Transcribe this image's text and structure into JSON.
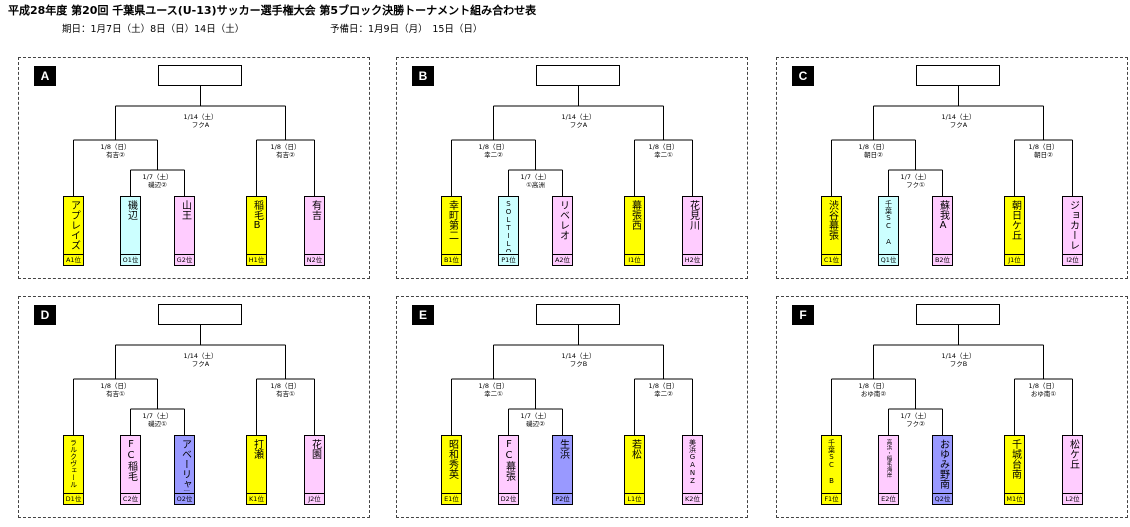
{
  "header": {
    "title": "平成28年度 第20回 千葉県ユース(U-13)サッカー選手権大会 第5ブロック決勝トーナメント組み合わせ表",
    "dates": "期日：1月7日（土）8日（日）14日（土）",
    "reserve": "予備日：1月9日（月）　15日（日）"
  },
  "colors": {
    "yellow": "#ffff00",
    "cyan": "#ccffff",
    "pink": "#ffccff",
    "blue": "#9999ff"
  },
  "blocks": [
    {
      "label": "A",
      "final": {
        "date": "1/14（土）",
        "venue": "フクA"
      },
      "semi_left": {
        "date": "1/8（日）",
        "venue": "有吉②"
      },
      "semi_right": {
        "date": "1/8（日）",
        "venue": "有吉②"
      },
      "qf": {
        "date": "1/7（土）",
        "venue": "磯辺②"
      },
      "teams": [
        {
          "name": "アプレイズ",
          "seed": "A1位",
          "color": "yellow"
        },
        {
          "name": "磯辺",
          "seed": "O1位",
          "color": "cyan"
        },
        {
          "name": "山王",
          "seed": "G2位",
          "color": "pink"
        },
        {
          "name": "稲毛B",
          "seed": "H1位",
          "color": "yellow"
        },
        {
          "name": "有吉",
          "seed": "N2位",
          "color": "pink"
        }
      ]
    },
    {
      "label": "B",
      "final": {
        "date": "1/14（土）",
        "venue": "フクA"
      },
      "semi_left": {
        "date": "1/8（日）",
        "venue": "幸二②"
      },
      "semi_right": {
        "date": "1/8（日）",
        "venue": "幸二①"
      },
      "qf": {
        "date": "1/7（土）",
        "venue": "①高洲"
      },
      "teams": [
        {
          "name": "幸町第二",
          "seed": "B1位",
          "color": "yellow"
        },
        {
          "name": "SOLTILO",
          "seed": "P1位",
          "color": "cyan",
          "size": "small"
        },
        {
          "name": "リベレオ",
          "seed": "A2位",
          "color": "pink"
        },
        {
          "name": "幕張西",
          "seed": "I1位",
          "color": "yellow"
        },
        {
          "name": "花見川",
          "seed": "H2位",
          "color": "pink"
        }
      ]
    },
    {
      "label": "C",
      "final": {
        "date": "1/14（土）",
        "venue": "フクA"
      },
      "semi_left": {
        "date": "1/8（日）",
        "venue": "朝日②"
      },
      "semi_right": {
        "date": "1/8（日）",
        "venue": "朝日②"
      },
      "qf": {
        "date": "1/7（土）",
        "venue": "フク①"
      },
      "teams": [
        {
          "name": "渋谷幕張",
          "seed": "C1位",
          "color": "yellow"
        },
        {
          "name": "千葉SC A",
          "seed": "Q1位",
          "color": "cyan",
          "size": "small"
        },
        {
          "name": "蘇我A",
          "seed": "B2位",
          "color": "pink"
        },
        {
          "name": "朝日ケ丘",
          "seed": "J1位",
          "color": "yellow"
        },
        {
          "name": "ジョカーレ",
          "seed": "I2位",
          "color": "pink"
        }
      ]
    },
    {
      "label": "D",
      "final": {
        "date": "1/14（土）",
        "venue": "フクA"
      },
      "semi_left": {
        "date": "1/8（日）",
        "venue": "有吉①"
      },
      "semi_right": {
        "date": "1/8（日）",
        "venue": "有吉①"
      },
      "qf": {
        "date": "1/7（土）",
        "venue": "磯辺①"
      },
      "teams": [
        {
          "name": "ラルクヴェール",
          "seed": "D1位",
          "color": "yellow",
          "size": "small"
        },
        {
          "name": "FC稲毛",
          "seed": "C2位",
          "color": "pink"
        },
        {
          "name": "アベーリャス",
          "seed": "O2位",
          "color": "blue"
        },
        {
          "name": "打瀬",
          "seed": "K1位",
          "color": "yellow"
        },
        {
          "name": "花園",
          "seed": "J2位",
          "color": "pink"
        }
      ]
    },
    {
      "label": "E",
      "final": {
        "date": "1/14（土）",
        "venue": "フクB"
      },
      "semi_left": {
        "date": "1/8（日）",
        "venue": "幸二①"
      },
      "semi_right": {
        "date": "1/8（日）",
        "venue": "幸二②"
      },
      "qf": {
        "date": "1/7（土）",
        "venue": "磯辺②"
      },
      "teams": [
        {
          "name": "昭和秀英",
          "seed": "E1位",
          "color": "yellow"
        },
        {
          "name": "FC幕張",
          "seed": "D2位",
          "color": "pink"
        },
        {
          "name": "生浜",
          "seed": "P2位",
          "color": "blue"
        },
        {
          "name": "若松",
          "seed": "L1位",
          "color": "yellow"
        },
        {
          "name": "美浜GANZ",
          "seed": "K2位",
          "color": "pink",
          "size": "small"
        }
      ]
    },
    {
      "label": "F",
      "final": {
        "date": "1/14（土）",
        "venue": "フクB"
      },
      "semi_left": {
        "date": "1/8（日）",
        "venue": "おゆ南②"
      },
      "semi_right": {
        "date": "1/8（日）",
        "venue": "おゆ南①"
      },
      "qf": {
        "date": "1/7（土）",
        "venue": "フク②"
      },
      "teams": [
        {
          "name": "千葉SC B",
          "seed": "F1位",
          "color": "yellow",
          "size": "small"
        },
        {
          "name": "高浜・稲毛海岸",
          "seed": "E2位",
          "color": "pink",
          "size": "tiny"
        },
        {
          "name": "おゆみ野南",
          "seed": "Q2位",
          "color": "blue"
        },
        {
          "name": "千城台南",
          "seed": "M1位",
          "color": "yellow"
        },
        {
          "name": "松ケ丘",
          "seed": "L2位",
          "color": "pink"
        }
      ]
    }
  ]
}
